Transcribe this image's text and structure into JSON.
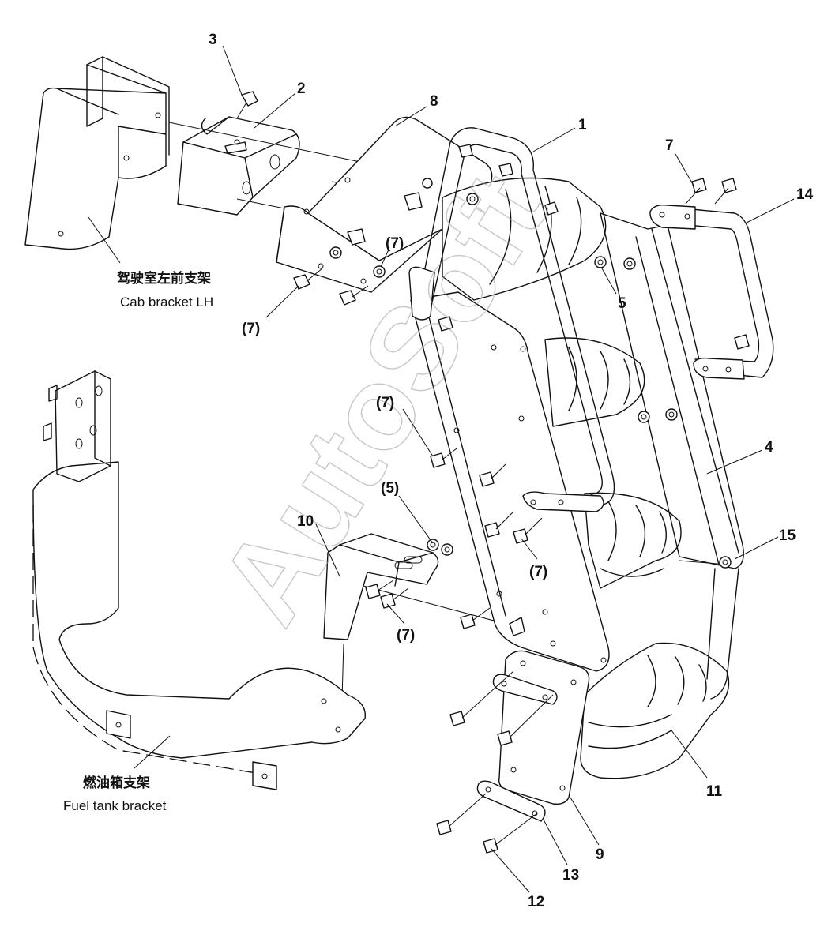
{
  "watermark": "AutoSoft",
  "captions": {
    "cab_cn": "驾驶室左前支架",
    "cab_en": "Cab bracket LH",
    "fuel_cn": "燃油箱支架",
    "fuel_en": "Fuel tank bracket"
  },
  "callouts": [
    {
      "id": "c3",
      "text": "3"
    },
    {
      "id": "c2",
      "text": "2"
    },
    {
      "id": "c8",
      "text": "8"
    },
    {
      "id": "c1",
      "text": "1"
    },
    {
      "id": "c7a",
      "text": "7"
    },
    {
      "id": "c14",
      "text": "14"
    },
    {
      "id": "c7b",
      "text": "(7)"
    },
    {
      "id": "c5a",
      "text": "5"
    },
    {
      "id": "c7c",
      "text": "(7)"
    },
    {
      "id": "c7d",
      "text": "(7)"
    },
    {
      "id": "c4",
      "text": "4"
    },
    {
      "id": "c5b",
      "text": "(5)"
    },
    {
      "id": "c10",
      "text": "10"
    },
    {
      "id": "c15",
      "text": "15"
    },
    {
      "id": "c7e",
      "text": "(7)"
    },
    {
      "id": "c7f",
      "text": "(7)"
    },
    {
      "id": "c11",
      "text": "11"
    },
    {
      "id": "c9",
      "text": "9"
    },
    {
      "id": "c13",
      "text": "13"
    },
    {
      "id": "c12",
      "text": "12"
    }
  ]
}
